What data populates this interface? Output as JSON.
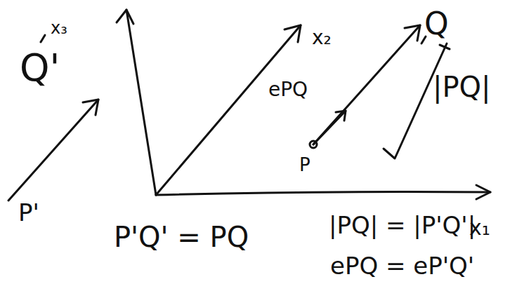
{
  "diagram": {
    "labels": [
      "x₃",
      "Q'",
      "P'",
      "x₂",
      "ePQ",
      "P",
      "Q",
      "|PQ|",
      "P'Q' = PQ",
      "|PQ| = |P'Q'|",
      "x₁",
      "ePQ = eP'Q'"
    ]
  }
}
